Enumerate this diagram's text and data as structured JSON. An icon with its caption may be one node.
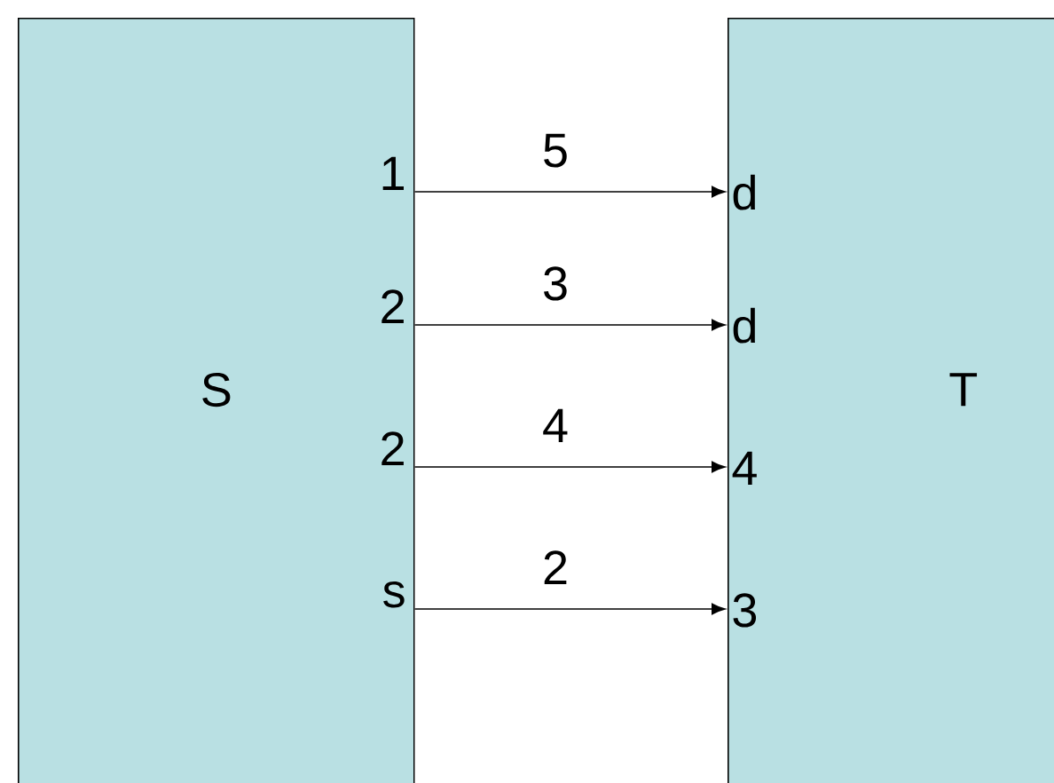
{
  "diagram": {
    "nodes": [
      {
        "text": [
          "S"
        ]
      },
      {
        "text": [
          "T"
        ]
      }
    ],
    "edges": [
      {
        "from": 0,
        "to": 1,
        "arrow": "to",
        "label": "5"
      },
      {
        "from": 0,
        "to": 1,
        "arrow": "to",
        "label": "3"
      },
      {
        "from": 0,
        "to": 1,
        "arrow": "to",
        "label": "4"
      },
      {
        "from": 0,
        "to": 1,
        "arrow": "to",
        "label": "2"
      }
    ],
    "labels": [
      "1",
      "d",
      "2",
      "d",
      "2",
      "4",
      "s",
      "3"
    ]
  }
}
